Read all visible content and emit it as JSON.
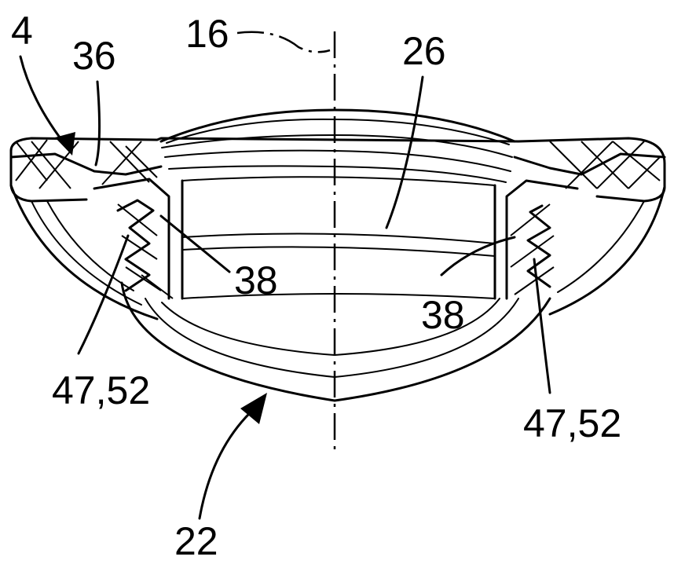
{
  "labels": {
    "ref_4": "4",
    "ref_36": "36",
    "ref_16": "16",
    "ref_26": "26",
    "ref_38_left": "38",
    "ref_38_right": "38",
    "ref_47_52_left": "47,52",
    "ref_47_52_right": "47,52",
    "ref_22": "22"
  }
}
